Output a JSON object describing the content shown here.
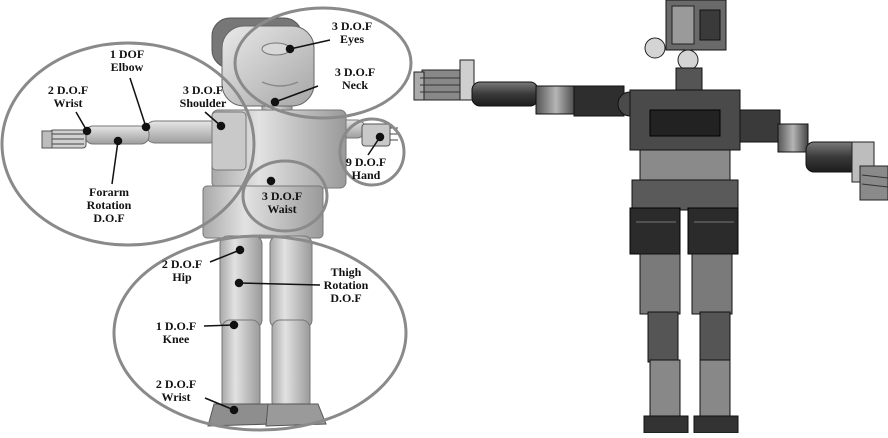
{
  "colors": {
    "background": "#ffffff",
    "ellipse_stroke": "#8a8a8a",
    "body_light": "#d9d9d9",
    "body_mid": "#bdbdbd",
    "body_dark": "#8c8c8c",
    "robot_dark": "#2b2b2b",
    "leader": "#111111"
  },
  "labels": {
    "eyes": [
      "3 D.O.F",
      "Eyes"
    ],
    "neck": [
      "3 D.O.F",
      "Neck"
    ],
    "elbow": [
      "1 DOF",
      "Elbow"
    ],
    "wrist_arm": [
      "2 D.O.F",
      "Wrist"
    ],
    "shoulder": [
      "3 D.O.F",
      "Shoulder"
    ],
    "hand": [
      "9 D.O.F",
      "Hand"
    ],
    "forearm": [
      "Forarm",
      "Rotation",
      "D.O.F"
    ],
    "waist": [
      "3 D.O.F",
      "Waist"
    ],
    "hip": [
      "2 D.O.F",
      "Hip"
    ],
    "thigh": [
      "Thigh",
      "Rotation",
      "D.O.F"
    ],
    "knee": [
      "1 D.O.F",
      "Knee"
    ],
    "wrist_ankle": [
      "2 D.O.F",
      "Wrist"
    ]
  }
}
